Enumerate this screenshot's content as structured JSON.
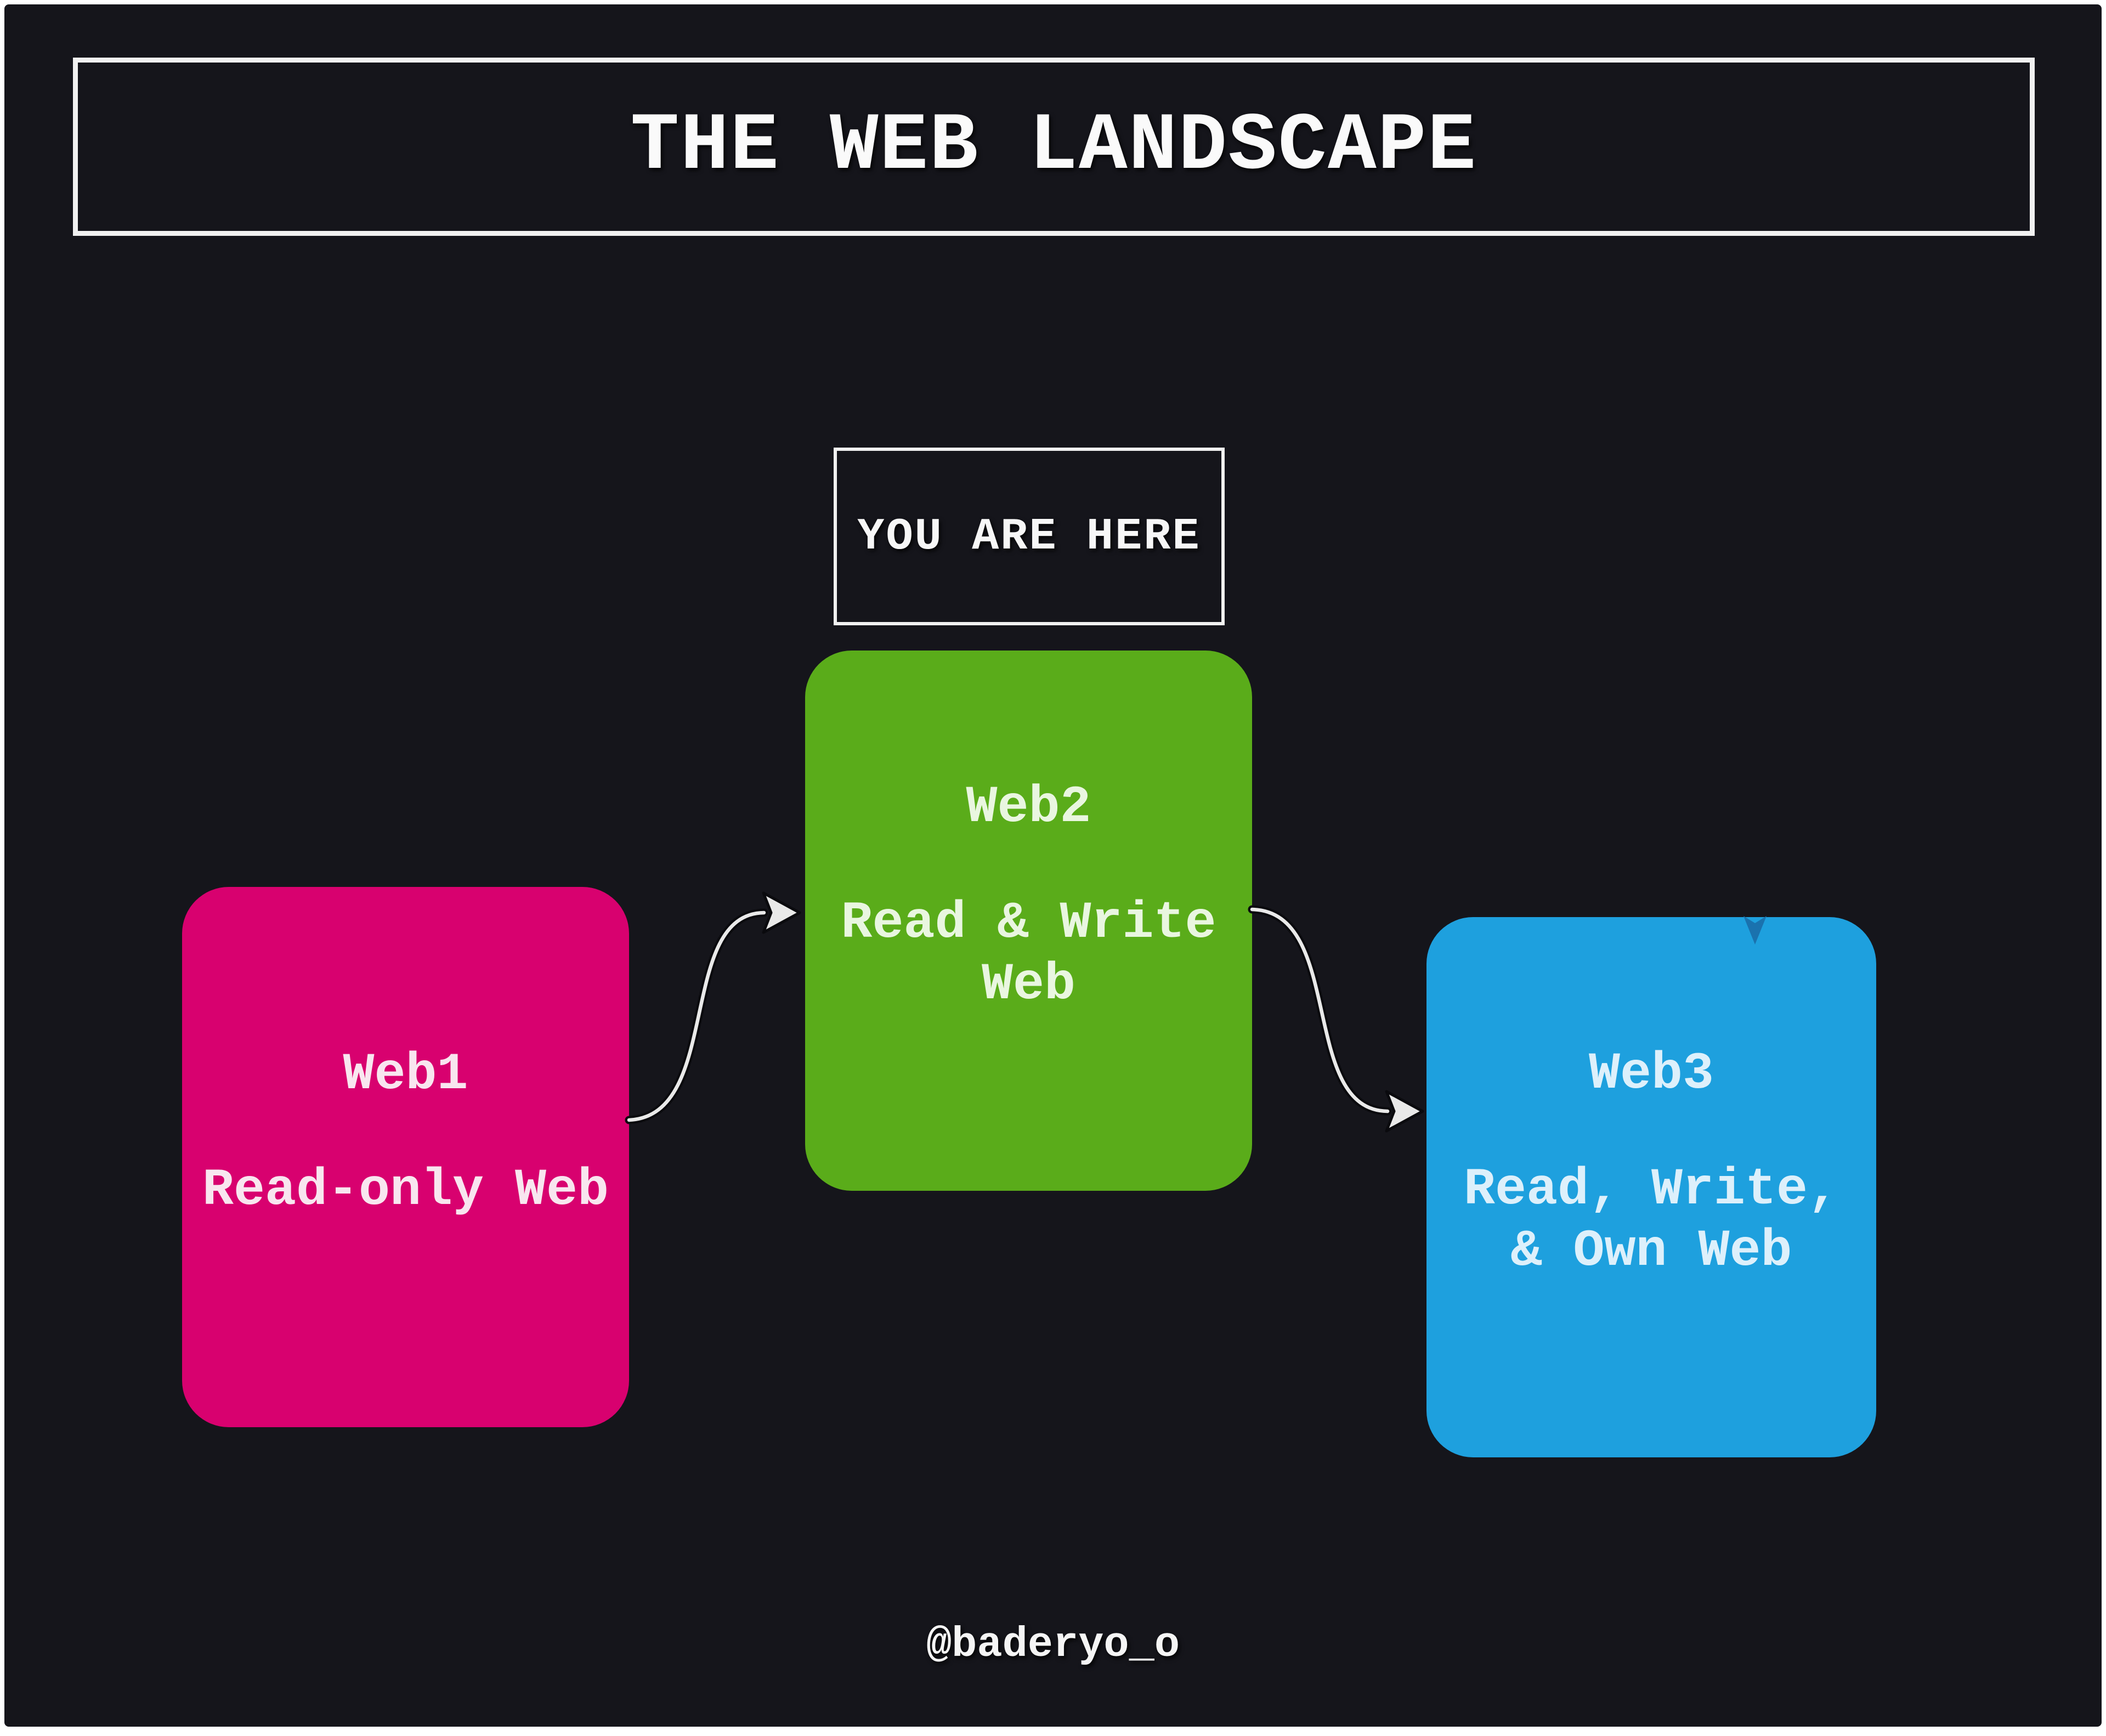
{
  "header": {
    "title": "THE WEB LANDSCAPE"
  },
  "marker": {
    "label": "YOU ARE HERE"
  },
  "nodes": [
    {
      "id": "web1",
      "label": "Web1",
      "description": "Read-only Web",
      "fill": "#D8016F",
      "text_color": "#F8E6EF"
    },
    {
      "id": "web2",
      "label": "Web2",
      "description": "Read & Write Web",
      "fill": "#5AAC1A",
      "text_color": "#E9F6E0"
    },
    {
      "id": "web3",
      "label": "Web3",
      "description": "Read, Write, & Own Web",
      "fill": "#1EA0DE",
      "text_color": "#DDF0FB"
    }
  ],
  "arrows": [
    {
      "from": "Web1",
      "to": "Web2"
    },
    {
      "from": "Web2",
      "to": "Web3"
    }
  ],
  "indicator": {
    "on": "web3",
    "color": "#1A72AE"
  },
  "footer": {
    "handle": "@baderyo_o"
  },
  "colors": {
    "page_bg": "#FFFFFF",
    "canvas_bg": "#15151B",
    "frame_border": "#F1F1F1",
    "arrow_stroke": "#E9E9E9",
    "arrow_outline": "#0A0A0E"
  }
}
